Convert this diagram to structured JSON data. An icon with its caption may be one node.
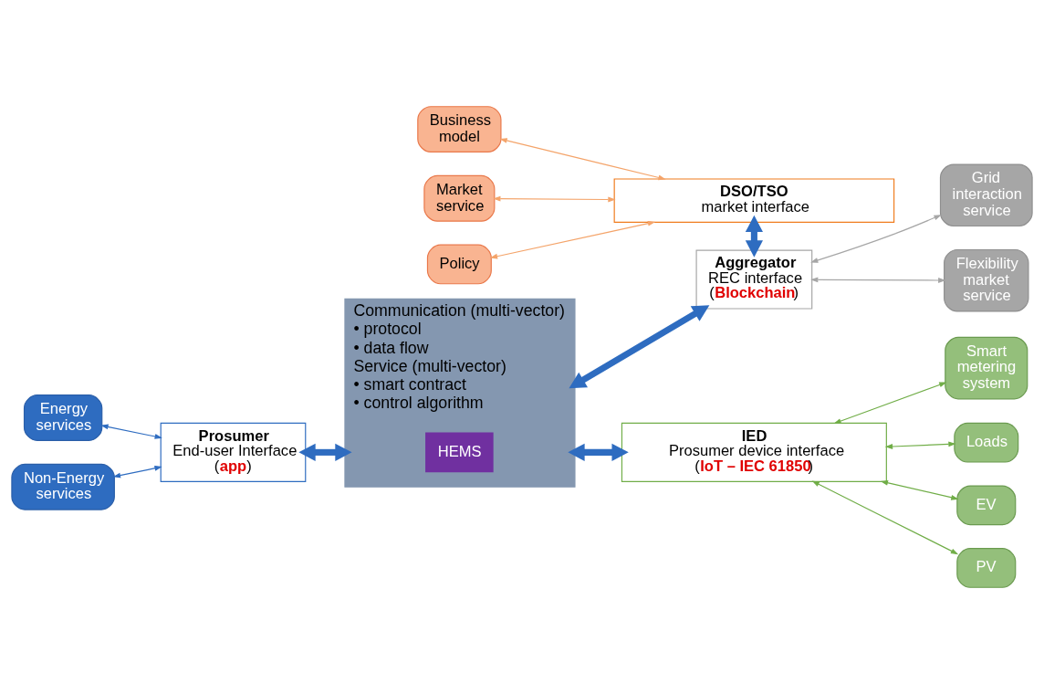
{
  "diagram": {
    "nodes": [
      {
        "text": [
          "Business model"
        ]
      },
      {
        "text": [
          "Market service"
        ]
      },
      {
        "text": [
          "Policy"
        ]
      },
      {
        "text": [
          "DSO/TSO",
          "market interface"
        ]
      },
      {
        "text": [
          "Energy services"
        ]
      },
      {
        "text": [
          "Non-Energy services"
        ]
      },
      {
        "text": [
          "Prosumer",
          "End-user Interface (**app**)"
        ]
      },
      {
        "text": [
          "Communication (multi-vector)",
          "• protocol",
          "• data flow",
          "Service (multi-vector)",
          "• smart contract",
          "• control algorithm"
        ]
      },
      {
        "text": [
          "HEMS"
        ],
        "in": 7
      },
      {
        "text": [
          "Aggregator",
          "REC interface (**Blockchain**)"
        ]
      },
      {
        "text": [
          "Grid interaction service"
        ]
      },
      {
        "text": [
          "Flexibility market service"
        ]
      },
      {
        "text": [
          "IED",
          "Prosumer device interface",
          "(**IoT – IEC 61850**)"
        ]
      },
      {
        "text": [
          "Smart metering system"
        ]
      },
      {
        "text": [
          "Loads"
        ]
      },
      {
        "text": [
          "EV"
        ]
      },
      {
        "text": [
          "PV"
        ]
      }
    ],
    "edges": [
      {
        "from": 0,
        "to": 3,
        "arrow": "both",
        "color": "#f4a46a"
      },
      {
        "from": 1,
        "to": 3,
        "arrow": "both",
        "color": "#f4a46a"
      },
      {
        "from": 2,
        "to": 3,
        "arrow": "both",
        "color": "#f4a46a"
      },
      {
        "from": 3,
        "to": 9,
        "arrow": "both",
        "style": "thick",
        "color": "#2e6cc0"
      },
      {
        "from": 4,
        "to": 6,
        "arrow": "both",
        "color": "#2e6cc0"
      },
      {
        "from": 5,
        "to": 6,
        "arrow": "both",
        "color": "#2e6cc0"
      },
      {
        "from": 6,
        "to": 7,
        "arrow": "both",
        "style": "thick",
        "color": "#2e6cc0"
      },
      {
        "from": 7,
        "to": 9,
        "arrow": "both",
        "style": "thick",
        "color": "#2e6cc0"
      },
      {
        "from": 9,
        "to": 10,
        "arrow": "both",
        "color": "#a6a6a6"
      },
      {
        "from": 9,
        "to": 11,
        "arrow": "both",
        "color": "#a6a6a6"
      },
      {
        "from": 7,
        "to": 12,
        "arrow": "both",
        "style": "thick",
        "color": "#2e6cc0"
      },
      {
        "from": 12,
        "to": 13,
        "arrow": "both",
        "color": "#70ad47"
      },
      {
        "from": 12,
        "to": 14,
        "arrow": "both",
        "color": "#70ad47"
      },
      {
        "from": 12,
        "to": 15,
        "arrow": "both",
        "color": "#70ad47"
      },
      {
        "from": 12,
        "to": 16,
        "arrow": "both",
        "color": "#70ad47"
      }
    ]
  }
}
